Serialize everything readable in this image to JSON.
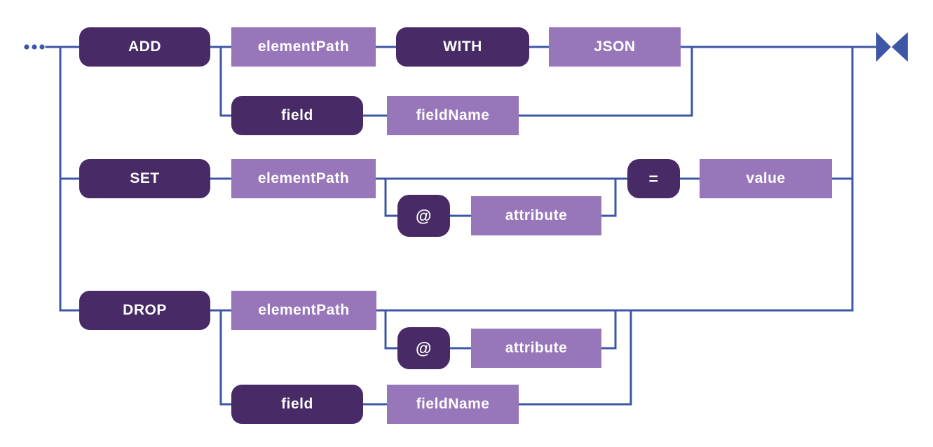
{
  "colors": {
    "keyword_bg": "#472a66",
    "operand_bg": "#9776ba",
    "line": "#3d57a6",
    "text": "#ffffff"
  },
  "entry": {
    "symbol": "ellipsis (continuation from previous syntax)"
  },
  "icons": {
    "entry": "ellipsis-icon",
    "end": "bowtie-end-icon"
  },
  "nodes": {
    "add": {
      "label": "ADD",
      "kind": "keyword"
    },
    "add_element_path": {
      "label": "elementPath",
      "kind": "operand"
    },
    "with": {
      "label": "WITH",
      "kind": "keyword"
    },
    "json": {
      "label": "JSON",
      "kind": "operand"
    },
    "add_field": {
      "label": "field",
      "kind": "keyword"
    },
    "add_field_name": {
      "label": "fieldName",
      "kind": "operand"
    },
    "set": {
      "label": "SET",
      "kind": "keyword"
    },
    "set_element_path": {
      "label": "elementPath",
      "kind": "operand"
    },
    "set_at": {
      "label": "@",
      "kind": "keyword"
    },
    "set_attribute": {
      "label": "attribute",
      "kind": "operand"
    },
    "equals": {
      "label": "=",
      "kind": "keyword"
    },
    "value": {
      "label": "value",
      "kind": "operand"
    },
    "drop": {
      "label": "DROP",
      "kind": "keyword"
    },
    "drop_element_path": {
      "label": "elementPath",
      "kind": "operand"
    },
    "drop_at": {
      "label": "@",
      "kind": "keyword"
    },
    "drop_attribute": {
      "label": "attribute",
      "kind": "operand"
    },
    "drop_field": {
      "label": "field",
      "kind": "keyword"
    },
    "drop_field_name": {
      "label": "fieldName",
      "kind": "operand"
    }
  }
}
